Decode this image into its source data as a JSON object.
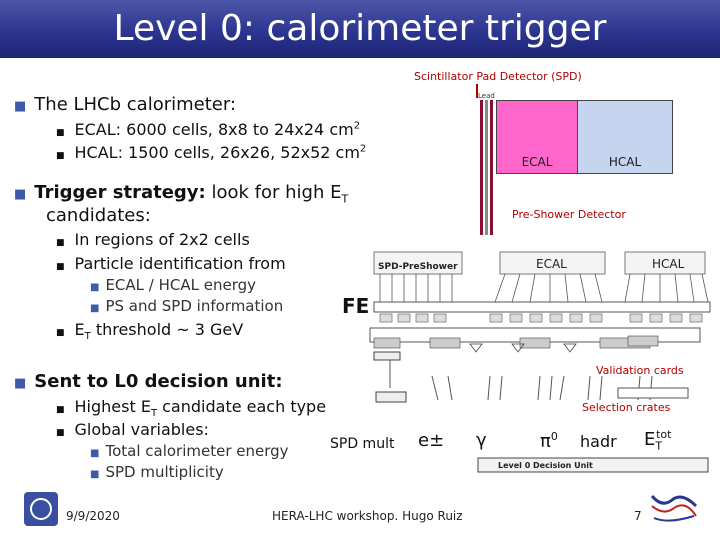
{
  "slide": {
    "title": "Level 0: calorimeter trigger",
    "sections": [
      {
        "heading": "The LHCb calorimeter:",
        "items": [
          {
            "text": "ECAL: 6000 cells, 8x8 to 24x24 cm",
            "sup": "2"
          },
          {
            "text": "HCAL: 1500 cells, 26x26, 52x52 cm",
            "sup": "2"
          }
        ]
      },
      {
        "heading_bold": "Trigger strategy:",
        "heading_rest_1": " look for high E",
        "heading_sub": "T",
        "heading_rest_2": "candidates:",
        "items": [
          {
            "text": "In regions of 2x2 cells"
          },
          {
            "text": "Particle identification from"
          }
        ],
        "subitems": [
          "ECAL / HCAL energy",
          "PS and SPD information"
        ],
        "item3_pre": "E",
        "item3_sub": "T",
        "item3_post": " threshold ~ 3 GeV"
      },
      {
        "heading": "Sent to L0 decision unit:",
        "item1_pre": "Highest E",
        "item1_sub": "T",
        "item1_post": " candidate each type",
        "item2": "Global variables:",
        "subitems": [
          "Total calorimeter energy",
          "SPD multiplicity"
        ]
      }
    ]
  },
  "diagram": {
    "spd_label": "Scintillator Pad Detector (SPD)",
    "lead": "Lead",
    "ecal": "ECAL",
    "hcal": "HCAL",
    "preshower": "Pre-Shower Detector",
    "spd_preshower": "SPD-PreShower",
    "ecal2": "ECAL",
    "hcal2": "HCAL",
    "fe": "FE",
    "validation": "Validation cards",
    "selection": "Selection crates",
    "spd_mult": "SPD mult",
    "e_pm": "e±",
    "gamma": "γ",
    "pi0": "π",
    "pi0_sup": "0",
    "hadr": "hadr",
    "et": "E",
    "et_sub": "T",
    "et_sup": "tot",
    "l0du": "Level 0 Decision Unit"
  },
  "footer": {
    "date": "9/9/2020",
    "center": "HERA-LHC workshop. Hugo Ruiz",
    "page": "7"
  },
  "colors": {
    "title_bar": "#2c3590",
    "bullet": "#3e5aa8",
    "ecal_box": "#ff66cc",
    "label_red": "#b00000"
  }
}
